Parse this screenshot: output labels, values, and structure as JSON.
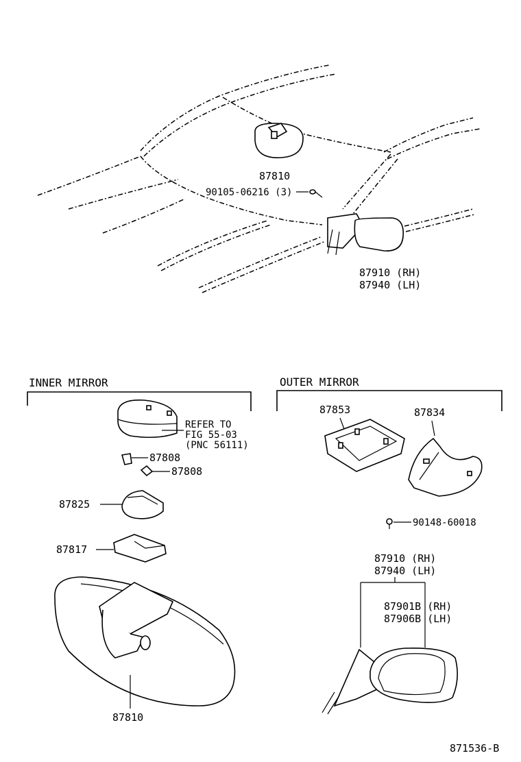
{
  "top": {
    "inner_mirror_part": "87810",
    "screw_part": "90105-06216 (3)",
    "outer_mirror_rh": "87910 (RH)",
    "outer_mirror_lh": "87940 (LH)"
  },
  "inner_section": {
    "title": "INNER MIRROR",
    "refer_line1": "REFER TO",
    "refer_line2": "FIG 55-03",
    "refer_line3": "(PNC 56111)",
    "clip_a": "87808",
    "clip_b": "87808",
    "cover": "87825",
    "pad": "87817",
    "mirror": "87810"
  },
  "outer_section": {
    "title": "OUTER MIRROR",
    "frame": "87853",
    "bracket": "87834",
    "screw": "90148-60018",
    "assy_rh": "87910 (RH)",
    "assy_lh": "87940 (LH)",
    "glass_rh": "87901B (RH)",
    "glass_lh": "87906B (LH)"
  },
  "footer": {
    "figure_code": "871536-B"
  }
}
